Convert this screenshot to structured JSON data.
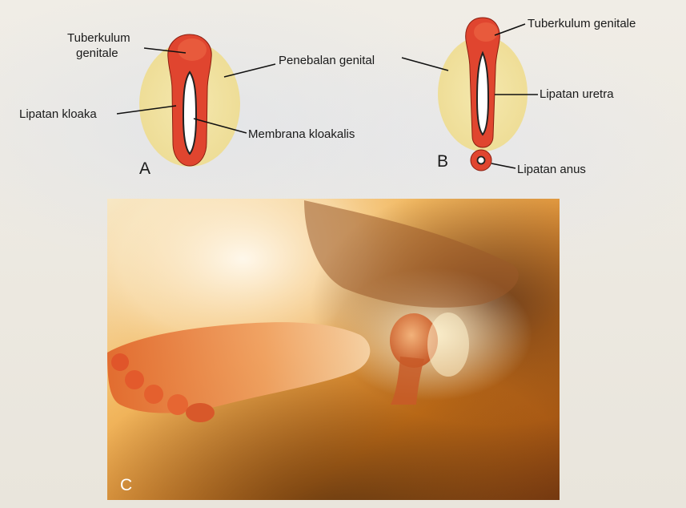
{
  "panel_a": {
    "letter": "A",
    "labels": {
      "tuberkulum_line1": "Tuberkulum",
      "tuberkulum_line2": "genitale",
      "penebalan": "Penebalan genital",
      "lipatan_kloaka": "Lipatan kloaka",
      "membrana": "Membrana kloakalis"
    }
  },
  "panel_b": {
    "letter": "B",
    "labels": {
      "tuberkulum": "Tuberkulum genitale",
      "lipatan_uretra": "Lipatan uretra",
      "lipatan_anus": "Lipatan anus"
    }
  },
  "panel_c": {
    "letter": "C"
  },
  "colors": {
    "swelling": "#f2e3a0",
    "fold": "#e0452f",
    "membrane": "#ffffff"
  }
}
